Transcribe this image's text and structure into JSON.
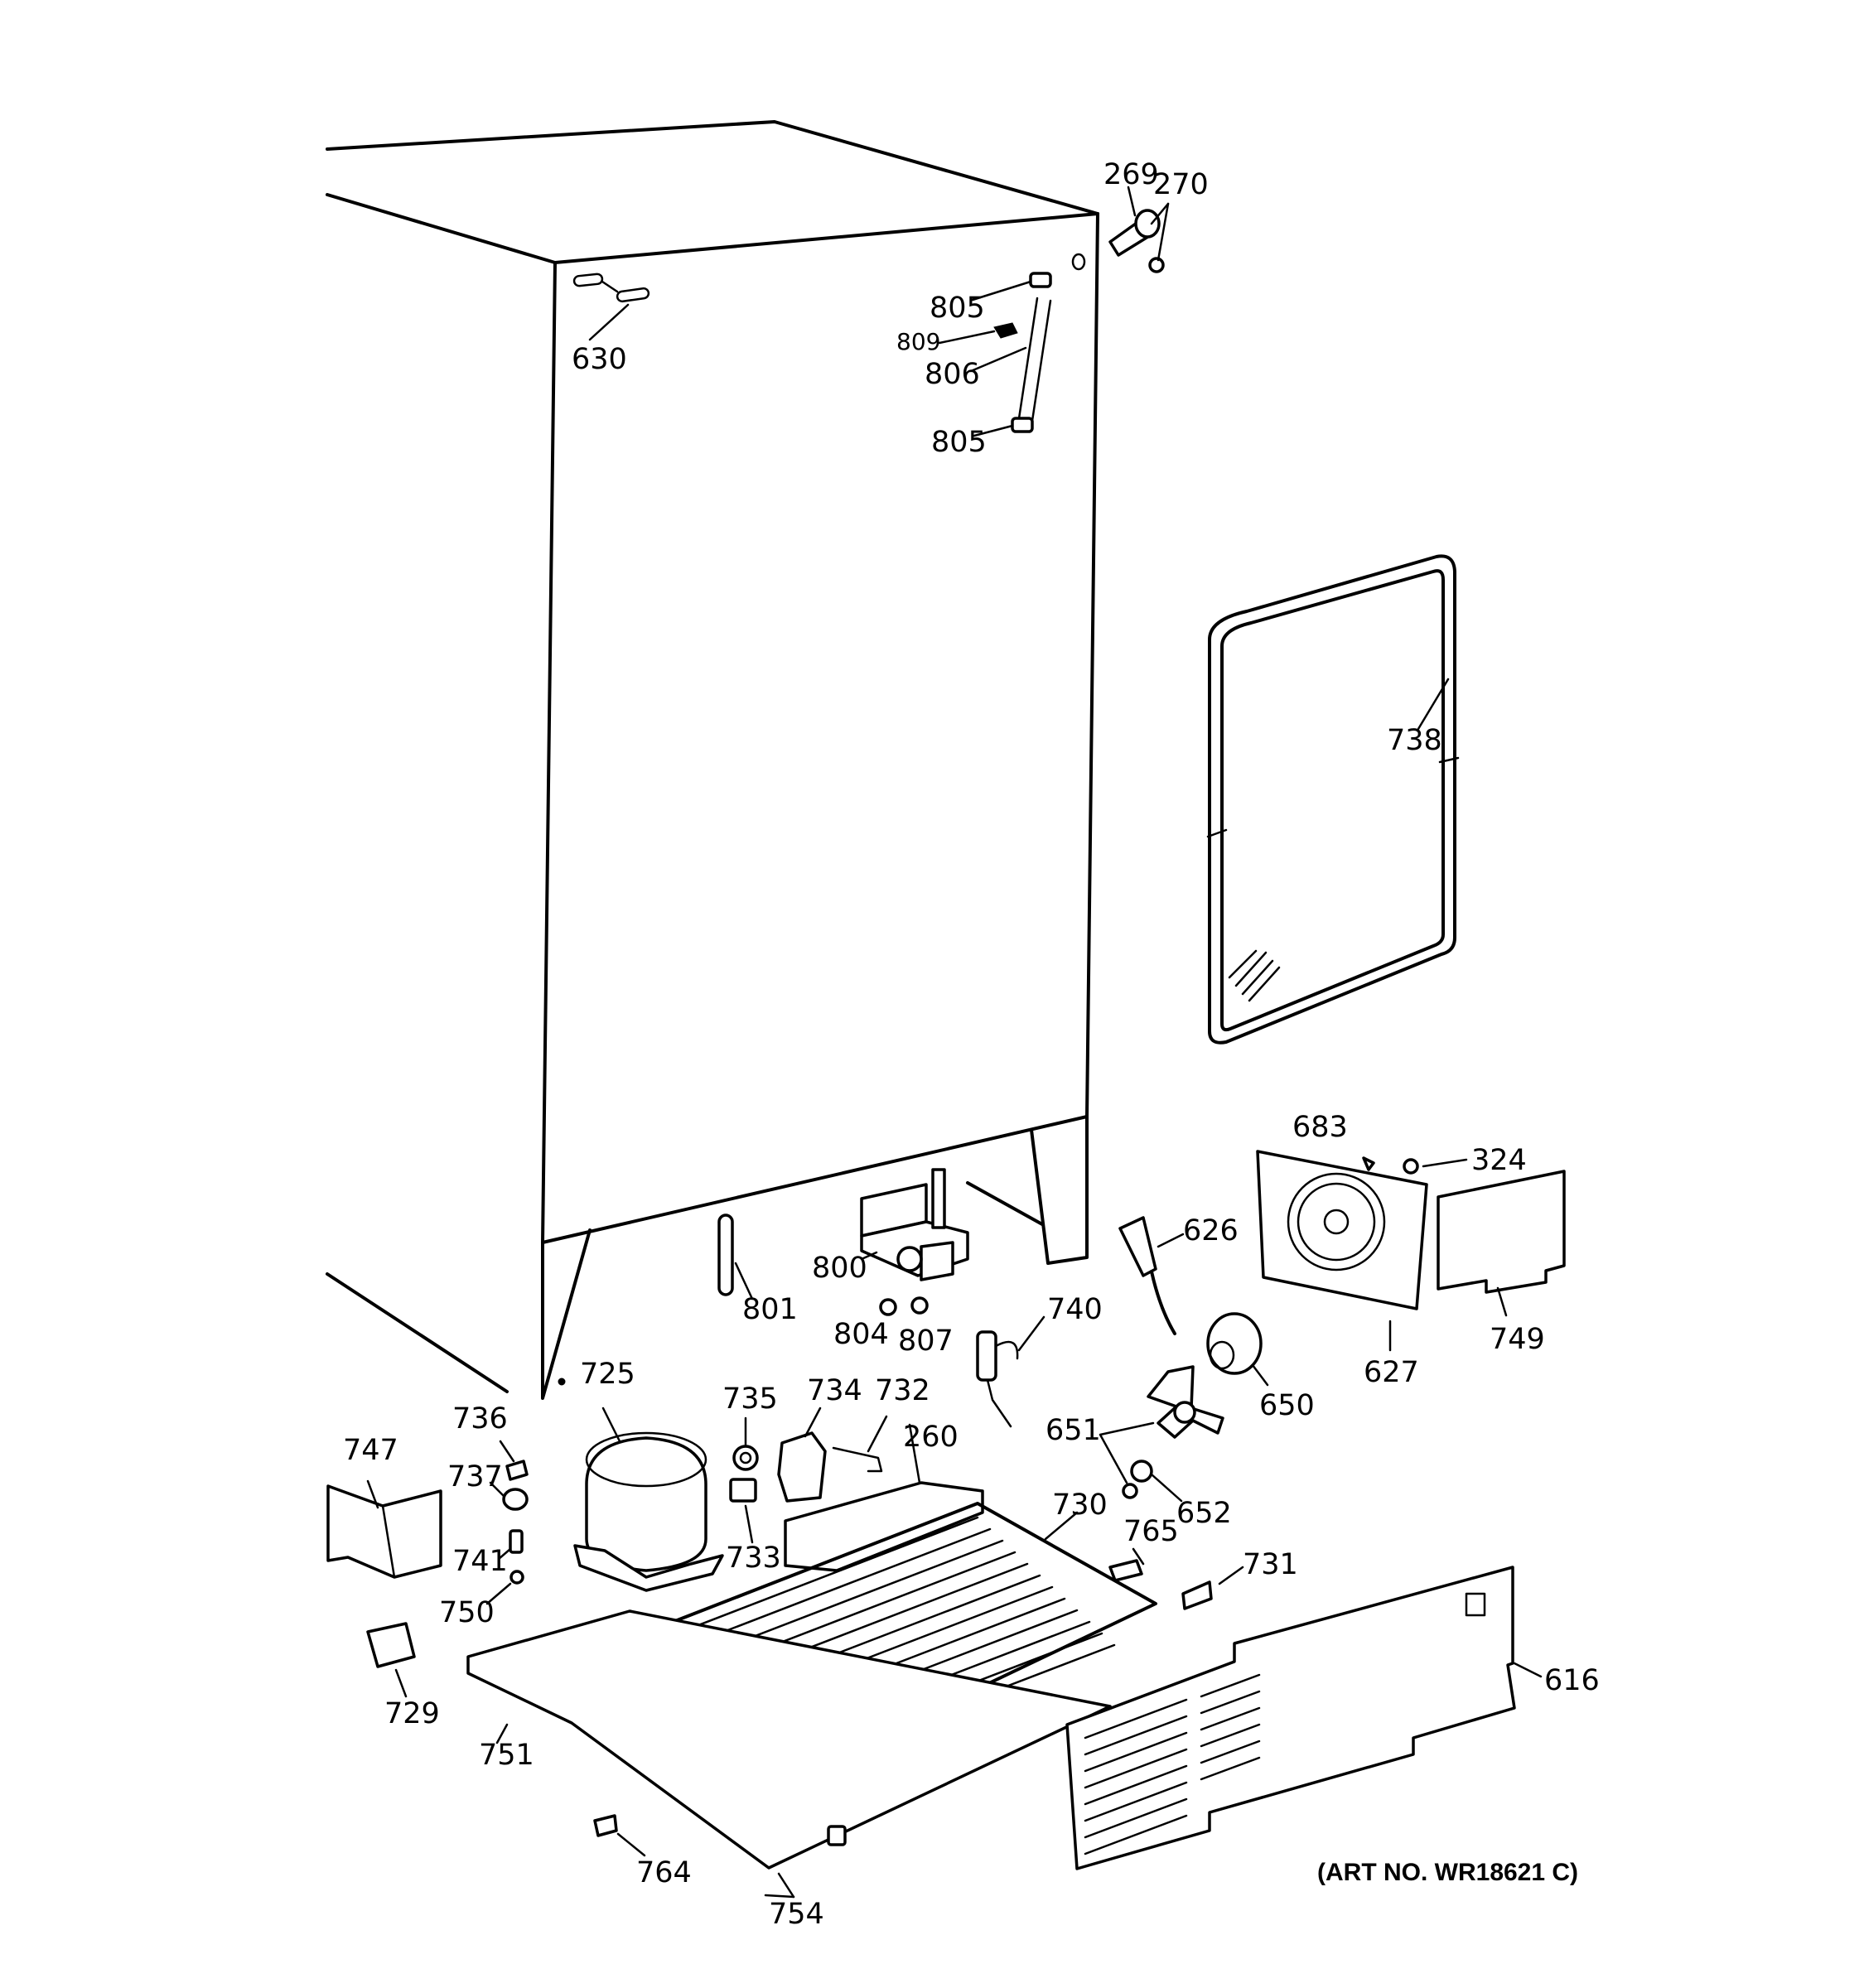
{
  "diagram": {
    "art_number": "(ART NO. WR18621 C)",
    "labels": {
      "p269": "269",
      "p270": "270",
      "p805a": "805",
      "p809": "809",
      "p806": "806",
      "p805b": "805",
      "p630": "630",
      "p738": "738",
      "p683": "683",
      "p324": "324",
      "p626": "626",
      "p800": "800",
      "p801": "801",
      "p804": "804",
      "p807": "807",
      "p740": "740",
      "p627": "627",
      "p749": "749",
      "p650": "650",
      "p725": "725",
      "p735": "735",
      "p734": "734",
      "p732": "732",
      "p260": "260",
      "p736": "736",
      "p747": "747",
      "p737": "737",
      "p651": "651",
      "p652": "652",
      "p730": "730",
      "p733": "733",
      "p741": "741",
      "p765": "765",
      "p731": "731",
      "p750": "750",
      "p729": "729",
      "p751": "751",
      "p616": "616",
      "p764": "764",
      "p754": "754"
    }
  }
}
